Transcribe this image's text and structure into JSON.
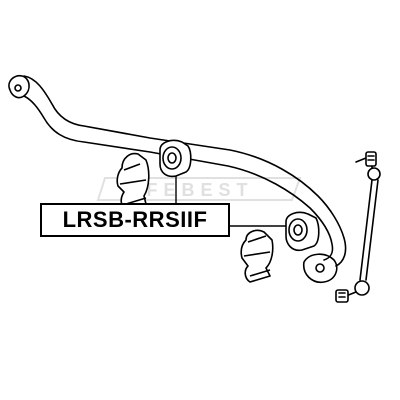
{
  "diagram": {
    "part_number": "LRSB-RRSIIF",
    "watermark_text": "FEBEST",
    "colors": {
      "line": "#000000",
      "background": "#ffffff",
      "watermark": "#c8c8c8"
    },
    "components": [
      "stabilizer-bar",
      "bushing-left",
      "bushing-clamp-left",
      "bushing-right",
      "bushing-clamp-right",
      "stabilizer-link"
    ]
  }
}
